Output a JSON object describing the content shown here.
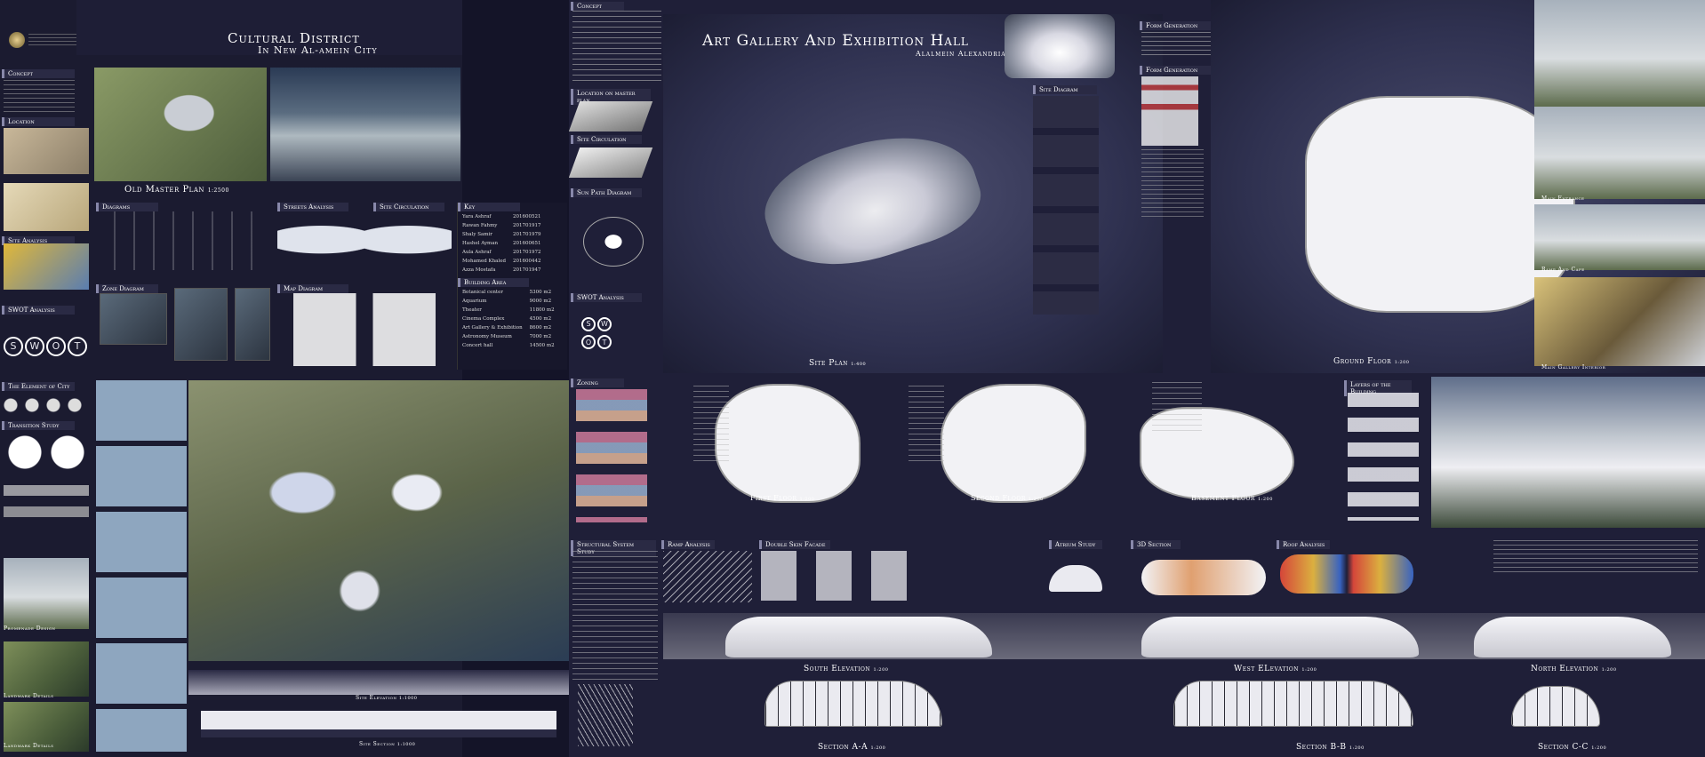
{
  "poster1": {
    "title": "Cultural District",
    "subtitle": "In New Al-amein City",
    "concept_h": "Concept",
    "location_h": "Location",
    "site_analysis_h": "Site Analysis",
    "swot_h": "SWOT Analysis",
    "swot": [
      "S",
      "W",
      "O",
      "T"
    ],
    "elements_h": "The Element of City",
    "transition_h": "Transition Study",
    "master_plan_h": "Old Master Plan",
    "master_plan_scale": "1:2500",
    "diagrams_h": "Diagrams",
    "streets_h": "Streets Analysis",
    "site_circ_h": "Site Circulation",
    "zone_h": "Zone Diagram",
    "map_h": "Map Diagram",
    "key_h": "Key",
    "names": [
      {
        "name": "Yara Ashraf",
        "id": "201600521"
      },
      {
        "name": "Rawan Fahmy",
        "id": "201701917"
      },
      {
        "name": "Shaly Samir",
        "id": "201701979"
      },
      {
        "name": "Hashel Ayman",
        "id": "201600651"
      },
      {
        "name": "Aula Ashraf",
        "id": "201701972"
      },
      {
        "name": "Mohamed Khaled",
        "id": "201600442"
      },
      {
        "name": "Azza Mostafa",
        "id": "201701947"
      }
    ],
    "building_h": "Building Area",
    "areas": [
      {
        "name": "Botanical center",
        "area": "5300 m2"
      },
      {
        "name": "Aquarium",
        "area": "9000 m2"
      },
      {
        "name": "Theater",
        "area": "11800 m2"
      },
      {
        "name": "Cinema Complex",
        "area": "4500 m2"
      },
      {
        "name": "Art Gallery & Exhibition",
        "area": "8600 m2"
      },
      {
        "name": "Astronomy Museum",
        "area": "7000 m2"
      },
      {
        "name": "Concert hall",
        "area": "14500 m2"
      }
    ],
    "side_labels": [
      "Promenade Design",
      "Landmark Details",
      "Landmark Details"
    ],
    "site_elevation": "Site Elevation",
    "site_elevation_scale": "1:1000",
    "site_section": "Site Section",
    "site_section_scale": "1:1000"
  },
  "poster2": {
    "title": "Art Gallery And Exhibition Hall",
    "subtitle": "Alalmein Alexandria",
    "concept_h": "Concept",
    "location_h": "Location on master plan",
    "site_circ_h": "Site Circulation",
    "sun_path_h": "Sun Path Diagram",
    "swot_h": "SWOT Analysis",
    "swot": [
      "S",
      "W",
      "O",
      "T"
    ],
    "site_diagram_h": "Site Diagram",
    "form_gen_h": "Form Generation",
    "form_gen_h2": "Form Generation",
    "site_plan": "Site Plan",
    "site_plan_scale": "1:400",
    "ground_floor": "Ground Floor",
    "ground_floor_scale": "1:200",
    "zoning_h": "Zoning",
    "first_floor": "First Floor",
    "first_floor_scale": "1:200",
    "second_floor": "Second Floor",
    "second_floor_scale": "1:200",
    "basement_floor": "Basement Floor",
    "basement_floor_scale": "1:200",
    "layers_h": "Layers of the Building",
    "structural_h": "Structural System Study",
    "ramp_h": "Ramp Analysis",
    "double_skin_h": "Double Skin Facade",
    "atrium_h": "Atrium Study",
    "section3d_h": "3D Section",
    "roof_h": "Roof Analysis",
    "south_elev": "South Elevation",
    "south_elev_scale": "1:200",
    "west_elev": "West ELevation",
    "west_elev_scale": "1:200",
    "north_elev": "North Elevation",
    "north_elev_scale": "1:200",
    "section_a": "Section A-A",
    "section_a_scale": "1:200",
    "section_b": "Section B-B",
    "section_b_scale": "1:200",
    "section_c": "Section C-C",
    "section_c_scale": "1:200",
    "main_entrance": "Main Entrance",
    "ramp_cafe": "Ramp And Cafe",
    "gallery_interior": "Main Gallery Interior"
  }
}
